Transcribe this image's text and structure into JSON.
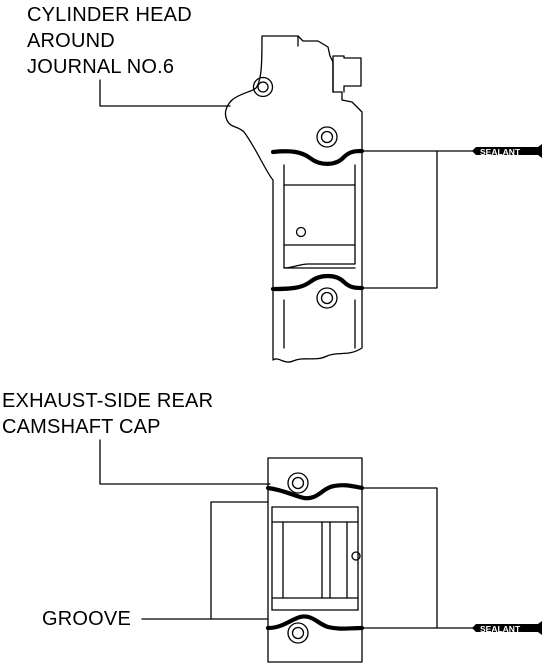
{
  "labels": {
    "cylinder_head": [
      "CYLINDER HEAD",
      "AROUND",
      "JOURNAL NO.6"
    ],
    "exhaust_cap": [
      "EXHAUST-SIDE REAR",
      "CAMSHAFT CAP"
    ],
    "groove": "GROOVE"
  },
  "sealant_tag": "SEALANT",
  "colors": {
    "ink": "#000000",
    "background": "#ffffff"
  }
}
